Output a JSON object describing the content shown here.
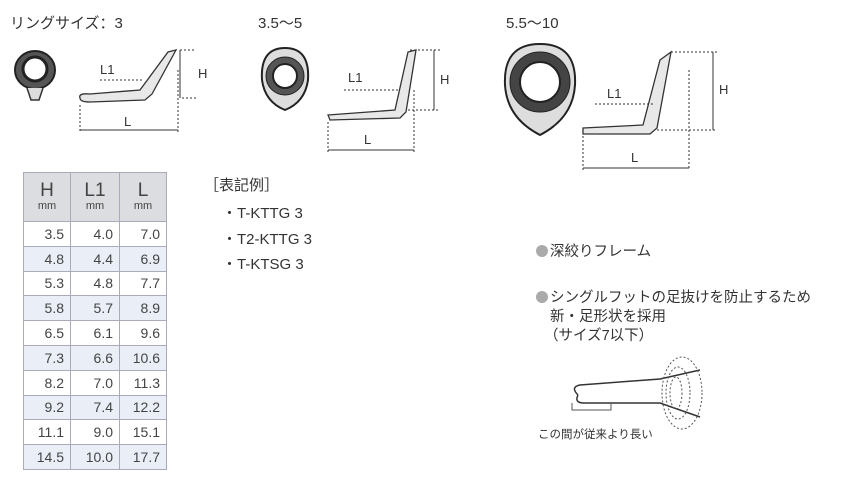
{
  "sizes": [
    {
      "label": "リングサイズ：3"
    },
    {
      "label": "3.5〜5"
    },
    {
      "label": "5.5〜10"
    }
  ],
  "dimension_labels": {
    "l1": "L1",
    "h": "H",
    "l": "L"
  },
  "table": {
    "headers": [
      {
        "main": "H",
        "unit": "mm"
      },
      {
        "main": "L1",
        "unit": "mm"
      },
      {
        "main": "L",
        "unit": "mm"
      }
    ],
    "rows": [
      [
        "3.5",
        "4.0",
        "7.0"
      ],
      [
        "4.8",
        "4.4",
        "6.9"
      ],
      [
        "5.3",
        "4.8",
        "7.7"
      ],
      [
        "5.8",
        "5.7",
        "8.9"
      ],
      [
        "6.5",
        "6.1",
        "9.6"
      ],
      [
        "7.3",
        "6.6",
        "10.6"
      ],
      [
        "8.2",
        "7.0",
        "11.3"
      ],
      [
        "9.2",
        "7.4",
        "12.2"
      ],
      [
        "11.1",
        "9.0",
        "15.1"
      ],
      [
        "14.5",
        "10.0",
        "17.7"
      ]
    ]
  },
  "example": {
    "title": "［表記例］",
    "items": [
      "・T-KTTG 3",
      "・T2-KTTG 3",
      "・T-KTSG 3"
    ]
  },
  "features": {
    "item1": "深絞りフレーム",
    "item2_lines": [
      "シングルフットの足抜けを防止するため",
      "新・足形状を採用",
      "（サイズ7以下）"
    ],
    "caption": "この間が従来より長い"
  }
}
